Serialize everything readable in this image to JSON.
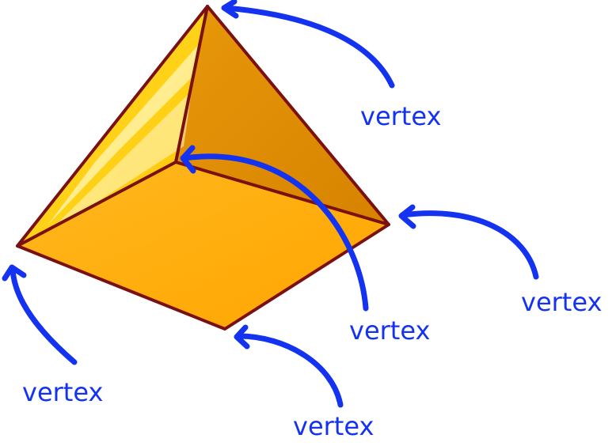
{
  "labels": {
    "apex": "vertex",
    "back": "vertex",
    "right": "vertex",
    "front": "vertex",
    "left": "vertex"
  },
  "colors": {
    "base": "#ffad0e",
    "left_face": "#ffd000",
    "right_face": "#de8a00",
    "edge": "#7a1010",
    "arrow": "#1433f0"
  }
}
